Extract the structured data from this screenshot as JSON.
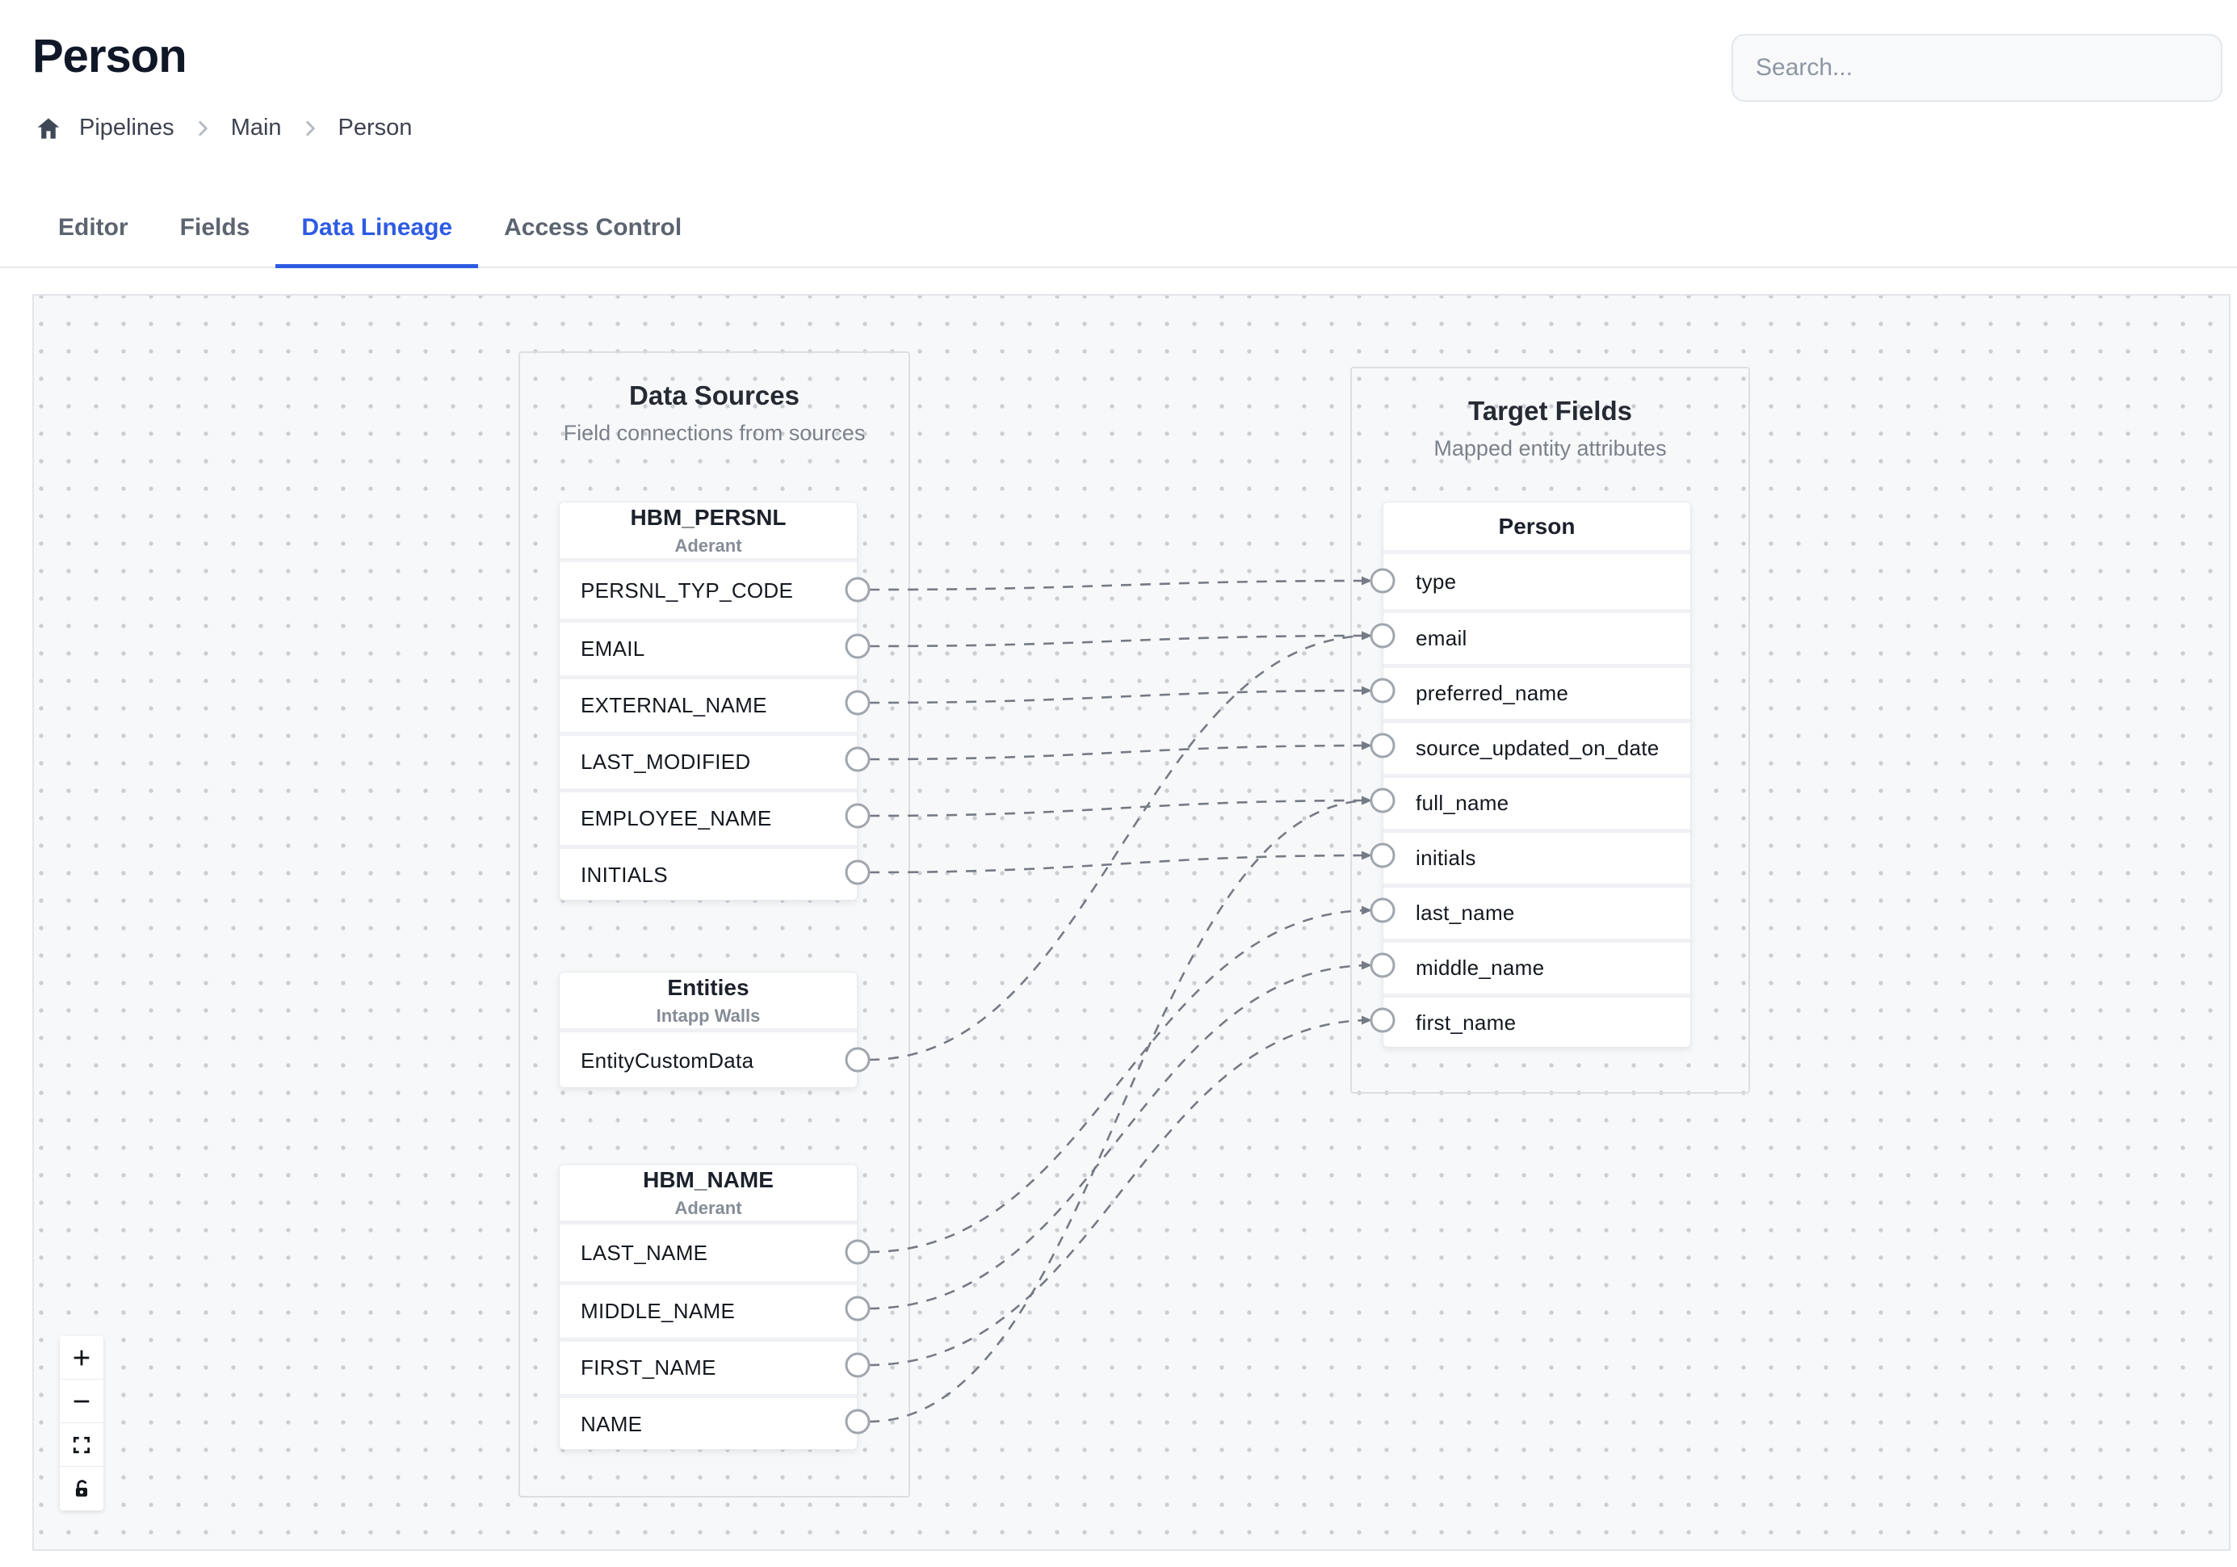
{
  "page": {
    "title": "Person"
  },
  "breadcrumb": {
    "items": [
      "Pipelines",
      "Main",
      "Person"
    ]
  },
  "search": {
    "placeholder": "Search..."
  },
  "tabs": [
    {
      "id": "editor",
      "label": "Editor",
      "active": false
    },
    {
      "id": "fields",
      "label": "Fields",
      "active": false
    },
    {
      "id": "data-lineage",
      "label": "Data Lineage",
      "active": true
    },
    {
      "id": "access-control",
      "label": "Access Control",
      "active": false
    }
  ],
  "canvas": {
    "groups": [
      {
        "id": "sources",
        "title": "Data Sources",
        "subtitle": "Field connections from sources"
      },
      {
        "id": "targets",
        "title": "Target Fields",
        "subtitle": "Mapped entity attributes"
      }
    ],
    "nodes": [
      {
        "id": "hbm_persnl",
        "group": "sources",
        "title": "HBM_PERSNL",
        "subtitle": "Aderant",
        "port_side": "right",
        "fields": [
          "PERSNL_TYP_CODE",
          "EMAIL",
          "EXTERNAL_NAME",
          "LAST_MODIFIED",
          "EMPLOYEE_NAME",
          "INITIALS"
        ]
      },
      {
        "id": "entities",
        "group": "sources",
        "title": "Entities",
        "subtitle": "Intapp Walls",
        "port_side": "right",
        "fields": [
          "EntityCustomData"
        ]
      },
      {
        "id": "hbm_name",
        "group": "sources",
        "title": "HBM_NAME",
        "subtitle": "Aderant",
        "port_side": "right",
        "fields": [
          "LAST_NAME",
          "MIDDLE_NAME",
          "FIRST_NAME",
          "NAME"
        ]
      },
      {
        "id": "person",
        "group": "targets",
        "title": "Person",
        "subtitle": "",
        "port_side": "left",
        "fields": [
          "type",
          "email",
          "preferred_name",
          "source_updated_on_date",
          "full_name",
          "initials",
          "last_name",
          "middle_name",
          "first_name"
        ]
      }
    ],
    "edges": [
      {
        "from": "hbm_persnl.PERSNL_TYP_CODE",
        "to": "person.type"
      },
      {
        "from": "hbm_persnl.EMAIL",
        "to": "person.email"
      },
      {
        "from": "hbm_persnl.EXTERNAL_NAME",
        "to": "person.preferred_name"
      },
      {
        "from": "hbm_persnl.LAST_MODIFIED",
        "to": "person.source_updated_on_date"
      },
      {
        "from": "hbm_persnl.EMPLOYEE_NAME",
        "to": "person.full_name"
      },
      {
        "from": "hbm_persnl.INITIALS",
        "to": "person.initials"
      },
      {
        "from": "entities.EntityCustomData",
        "to": "person.email"
      },
      {
        "from": "hbm_name.LAST_NAME",
        "to": "person.last_name"
      },
      {
        "from": "hbm_name.MIDDLE_NAME",
        "to": "person.middle_name"
      },
      {
        "from": "hbm_name.FIRST_NAME",
        "to": "person.first_name"
      },
      {
        "from": "hbm_name.NAME",
        "to": "person.full_name"
      }
    ],
    "controls": [
      {
        "id": "zoom-in",
        "icon": "plus-icon"
      },
      {
        "id": "zoom-out",
        "icon": "minus-icon"
      },
      {
        "id": "fit-view",
        "icon": "fit-view-icon"
      },
      {
        "id": "lock",
        "icon": "unlock-icon"
      }
    ]
  },
  "colors": {
    "accent": "#2d5be3",
    "edge": "#757b85",
    "canvas_bg": "#f7f8f9",
    "port_stroke": "#a0a6ae"
  }
}
